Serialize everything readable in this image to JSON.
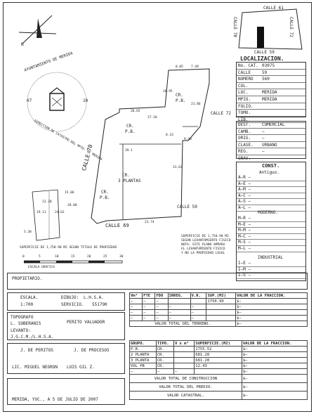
{
  "north_arrow": {
    "label": "N"
  },
  "seal": {
    "top_text": "AYUNTAMIENTO DE MERIDA",
    "side_text": "DIRECCION DE CATASTRO DEL MPIO. DE MERIDA",
    "num_left": "07",
    "num_right": "10"
  },
  "keymap": {
    "calle_top": "CALLE 61",
    "calle_left": "CALLE 70",
    "calle_right": "CALLE 72",
    "calle_bottom": "CALLE 59"
  },
  "localizacion": {
    "title": "LOCALIZACION.",
    "rows": [
      {
        "label": "No. CAT.",
        "value": "03075"
      },
      {
        "label": "CALLE",
        "value": "59"
      },
      {
        "label": "NUMERO",
        "value": "560"
      },
      {
        "label": "COL.",
        "value": ""
      },
      {
        "label": "LOC.",
        "value": "MERIDA"
      },
      {
        "label": "MPIO.",
        "value": "MERIDA"
      },
      {
        "label": "FOLIO.",
        "value": ""
      },
      {
        "label": "TOMO.",
        "value": ""
      },
      {
        "label": "LIB.",
        "value": ""
      }
    ]
  },
  "destino": {
    "rows": [
      {
        "label": "DEST.",
        "value": "COMERCIAL"
      },
      {
        "label": "CAMB.",
        "value": "—"
      },
      {
        "label": "ORIG.",
        "value": "—"
      },
      {
        "label": "CLASE.",
        "value": "URBANO"
      },
      {
        "label": "REG.",
        "value": "—"
      },
      {
        "label": "GRAV.",
        "value": "—"
      }
    ]
  },
  "const": {
    "title": "CONST.",
    "antiguo_title": "Antiguo.",
    "antiguo": [
      "A—R —",
      "A—E —",
      "A—M —",
      "A—C —",
      "A—S —",
      "A—L —"
    ],
    "moderno_title": "MODERNO.",
    "moderno": [
      "M—R —",
      "M—E —",
      "M—M —",
      "M—C —",
      "M—S —",
      "M—L —"
    ],
    "industrial_title": "INDUSTRIAL",
    "industrial": [
      "I—E —",
      "I—M —",
      "I—S —"
    ]
  },
  "plan": {
    "labels": [
      "CALLE 70",
      "CALLE 69",
      "CALLE 59",
      "CR.",
      "P.B.",
      "CR.",
      "P.B.",
      "CR.",
      "3 PLANTAS",
      "CR.",
      "P.B.",
      "CALLE 72"
    ],
    "dims": [
      "26.65",
      "27.10",
      "8.05",
      "7.49",
      "20.95",
      "39.1",
      "31.63",
      "21.86",
      "8.33",
      "23.74",
      "9.40",
      "15.86",
      "12.20",
      "20.00",
      "19.11",
      "24.62",
      "5.38"
    ],
    "notes": [
      "SUPERFICIE DE 1,750.90 M2",
      "SEGUN LEVANTAMIENTO FISICO",
      "NOTA: ESTE PLANO AMPARA",
      "EL LEVANTAMIENTO FISICO",
      "Y NO LA PROPIEDAD LEGAL"
    ],
    "small_note": "SUPERFICIE DE 1,750.90 M2 SEGUN TITULO DE PROPIEDAD",
    "scale_label": "ESCALA GRAFICA",
    "scale_ticks": [
      "0",
      "5",
      "10",
      "15",
      "20",
      "25",
      "30"
    ]
  },
  "propietario": {
    "label": "PROPIETARIO."
  },
  "escala": {
    "label": "ESCALA.",
    "value": "1:700"
  },
  "dibujo": {
    "label": "DIBUJO:",
    "value": "L.H.S.A.",
    "servicio_label": "SERVICIO.",
    "servicio_value": "551790"
  },
  "topografo": {
    "label": "TOPOGRAFO",
    "value": "L. SOBERANIS",
    "levanto_label": "LEVANTO:",
    "levanto_value": "J.G.C.M./L.H.S.A."
  },
  "perito": {
    "label": "PERITO VALUADOR"
  },
  "jefe_peritos": {
    "label": "J. DE PERITOS",
    "value": "LIC. MIGUEL NEGRON"
  },
  "jefe_procesos": {
    "label": "J. DE PROCESOS",
    "value": "LUIS GIL Z."
  },
  "fecha": "MERIDA, YUC., A 5 DE JULIO DE 2007",
  "terreno": {
    "headers": [
      "Vm²",
      "FTE",
      "FDO",
      "IRREG.",
      "V.R.",
      "SUP.(M2)",
      "VALOR DE LA FRACCION."
    ],
    "rows": [
      [
        "—",
        "—",
        "—",
        "",
        "",
        "1750.90",
        "$—"
      ],
      [
        "—",
        "—",
        "—",
        "—",
        "—",
        "",
        "$—"
      ],
      [
        "—",
        "—",
        "—",
        "—",
        "—",
        "",
        "$—"
      ],
      [
        "—",
        "—",
        "—",
        "—",
        "—",
        "",
        "$—"
      ]
    ],
    "total_label": "VALOR TOTAL DEL TERRENO.",
    "total_value": "$—"
  },
  "construccion": {
    "headers": [
      "GRUPO.",
      "TIPO.",
      "V x m²",
      "SUPERFICIE.(M2)",
      "VALOR DE LA FRACCION."
    ],
    "rows": [
      [
        "P.B.",
        "CR.",
        "",
        "1755.52",
        "$—"
      ],
      [
        "2 PLANTA",
        "CR.",
        "",
        "681.28",
        "$—"
      ],
      [
        "3 PLANTA",
        "CR.",
        "",
        "681.28",
        "$—"
      ],
      [
        "VOL PB",
        "CR.",
        "",
        "12.43",
        "$—"
      ],
      [
        "—",
        "—",
        "—",
        "",
        "$—"
      ]
    ],
    "totals": [
      {
        "label": "VALOR TOTAL DE CONSTRUCCION",
        "value": "$—"
      },
      {
        "label": "VALOR TOTAL DEL PREDIO.",
        "value": "$—"
      },
      {
        "label": "VALOR CATASTRAL.",
        "value": "$—"
      }
    ]
  }
}
